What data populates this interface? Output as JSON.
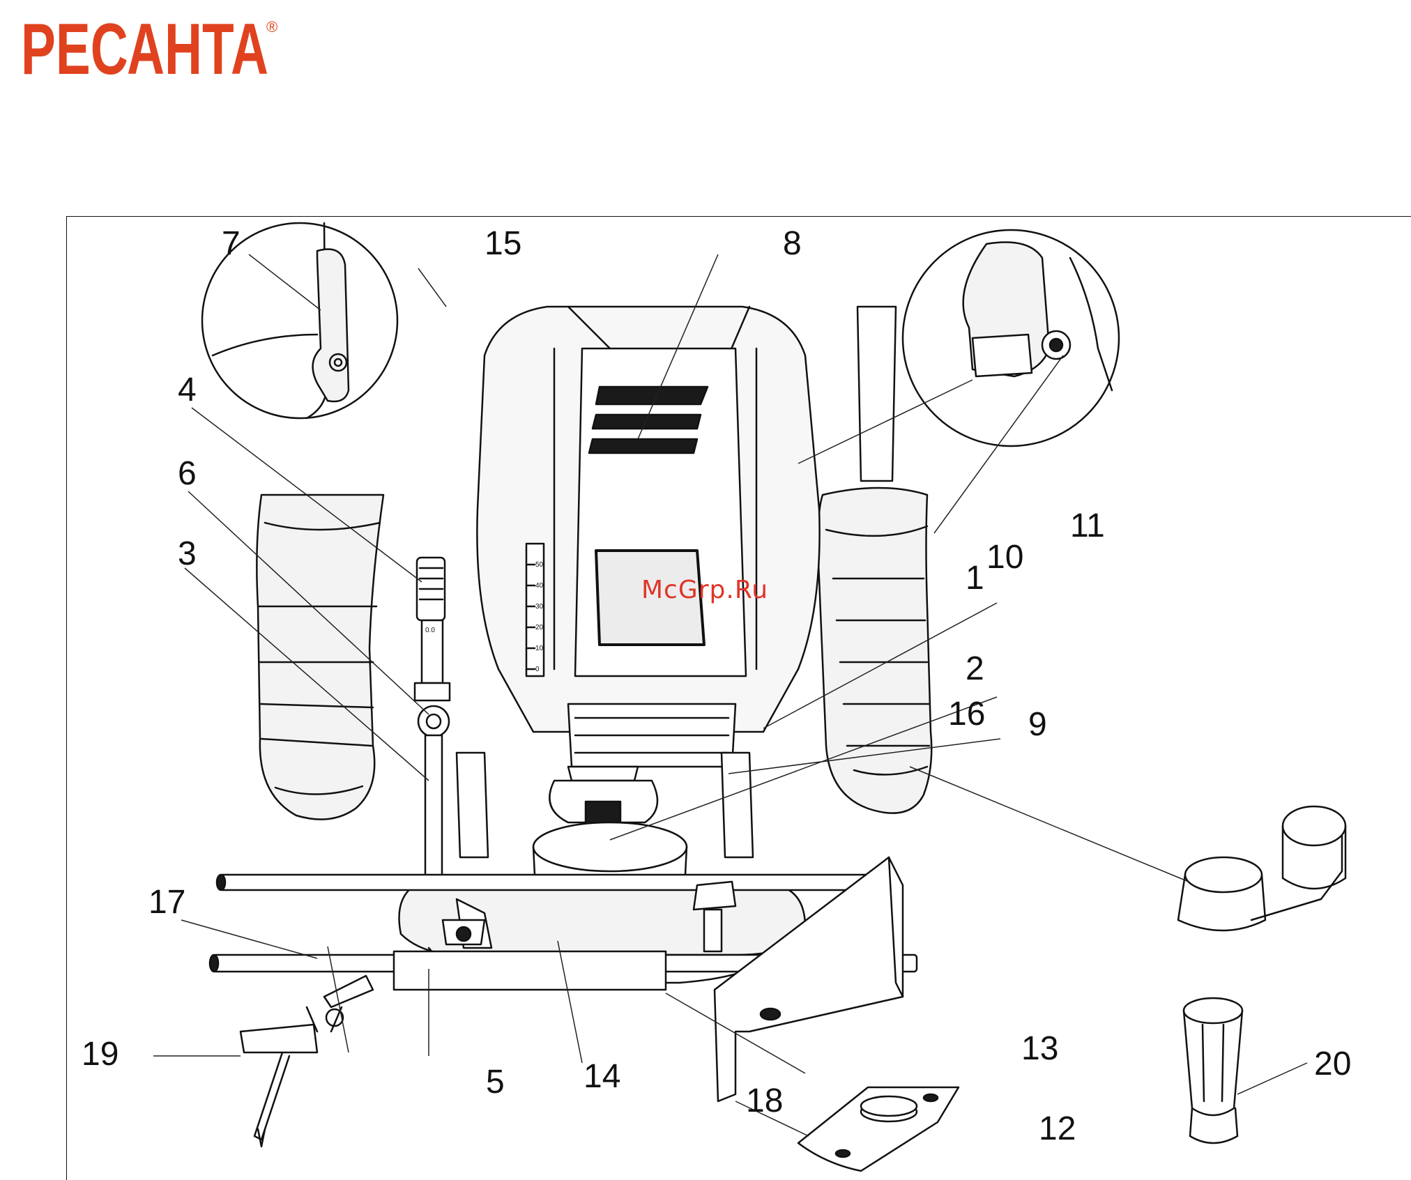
{
  "brand": {
    "logo_text": "РЕСАНТА",
    "registered_mark": "®",
    "color": "#e0421f"
  },
  "watermark": {
    "text": "McGrp.Ru",
    "color": "#e0342a"
  },
  "diagram": {
    "labels": {
      "l1": "1",
      "l2": "2",
      "l3": "3",
      "l4": "4",
      "l5": "5",
      "l6": "6",
      "l7": "7",
      "l8": "8",
      "l9": "9",
      "l10": "10",
      "l11": "11",
      "l12": "12",
      "l13": "13",
      "l14": "14",
      "l15": "15",
      "l16": "16",
      "l17": "17",
      "l18": "18",
      "l19": "19",
      "l20": "20"
    },
    "depth_scale_ticks": [
      "50",
      "40",
      "30",
      "20",
      "10",
      "0"
    ],
    "knob_mark": "0.0"
  }
}
